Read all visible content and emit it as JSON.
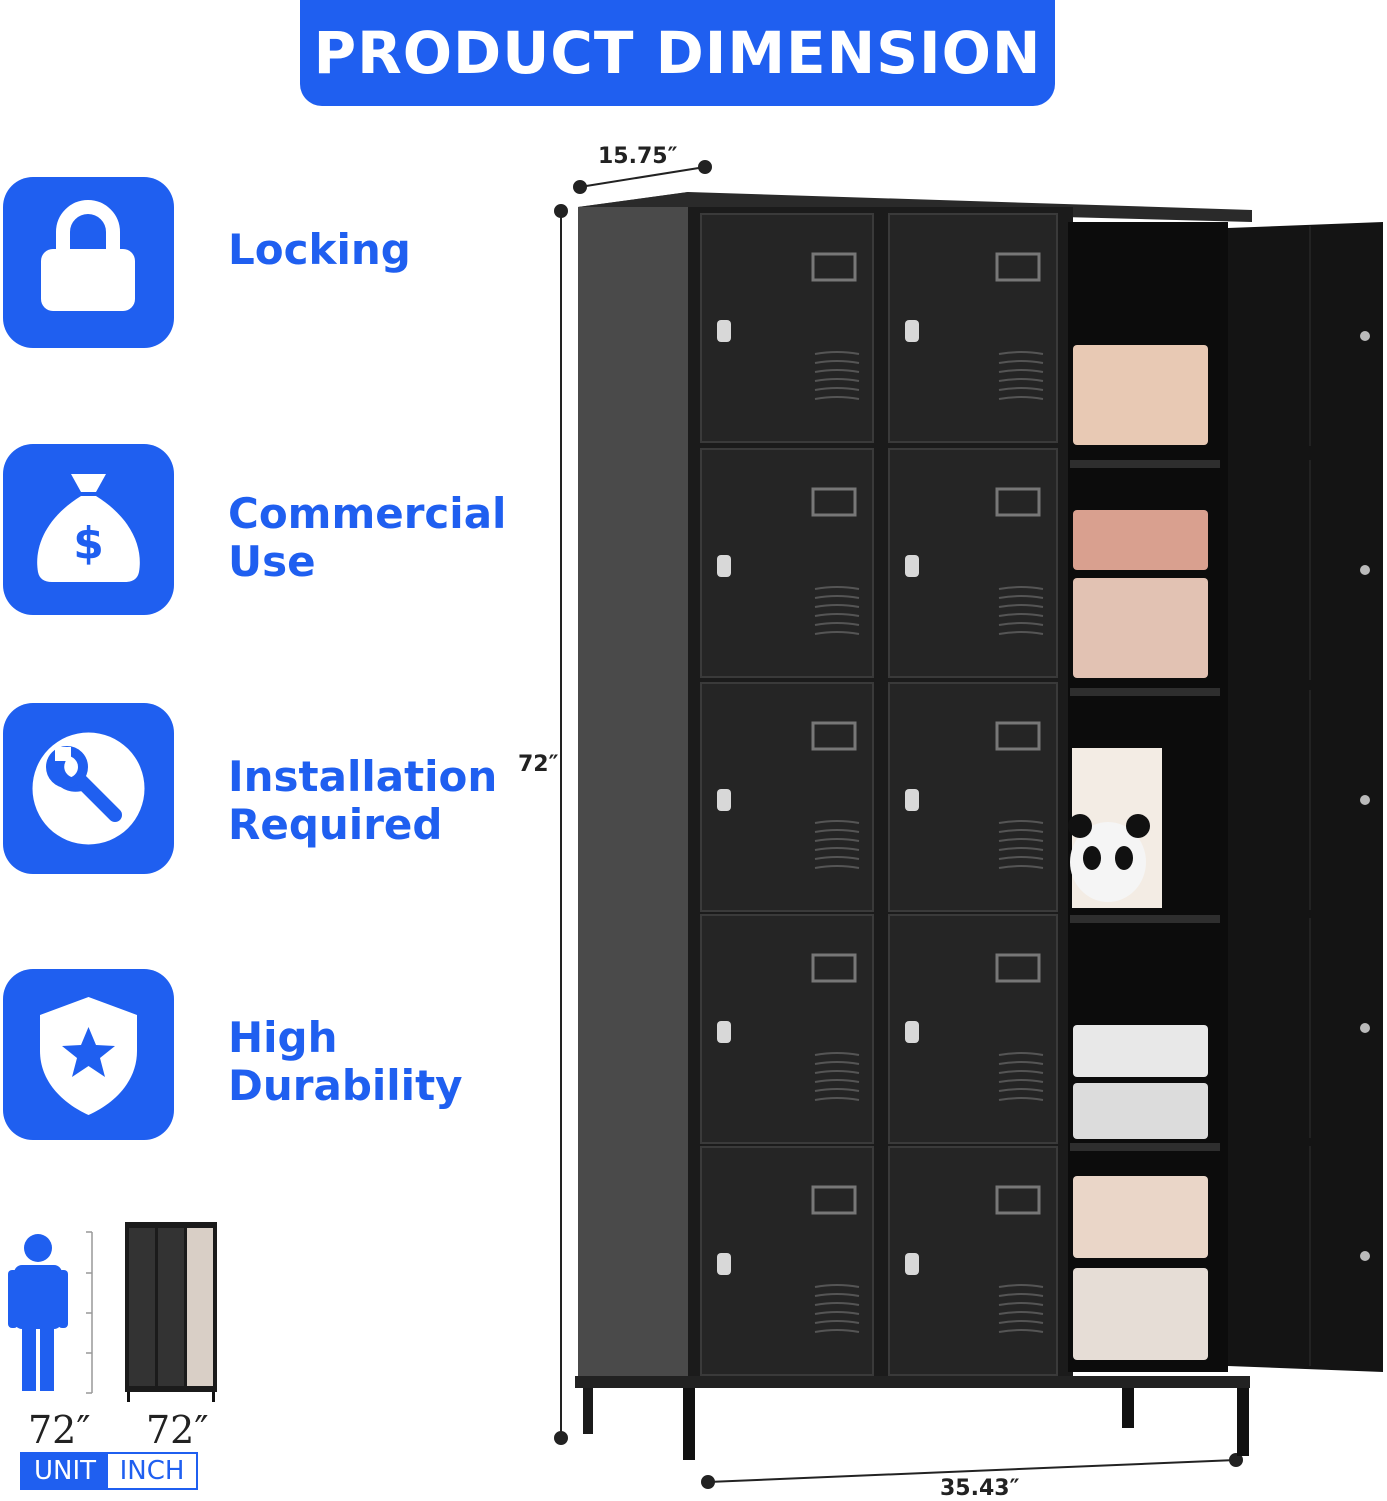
{
  "header": {
    "title": "PRODUCT DIMENSION"
  },
  "colors": {
    "accent": "#1f5ff0",
    "cabinet": "#1b1b1b"
  },
  "features": [
    {
      "icon": "lock-icon",
      "lines": [
        "Locking"
      ]
    },
    {
      "icon": "money-bag-icon",
      "lines": [
        "Commercial",
        "Use"
      ]
    },
    {
      "icon": "wrench-icon",
      "lines": [
        "Installation",
        "Required"
      ]
    },
    {
      "icon": "shield-star-icon",
      "lines": [
        "High",
        "Durability"
      ]
    }
  ],
  "dimensions": {
    "depth": "15.75″",
    "height": "72″",
    "width": "35.43″"
  },
  "comparison": {
    "person_height": "72″",
    "cabinet_height": "72″",
    "unit_label": "UNIT",
    "unit_value": "INCH"
  }
}
